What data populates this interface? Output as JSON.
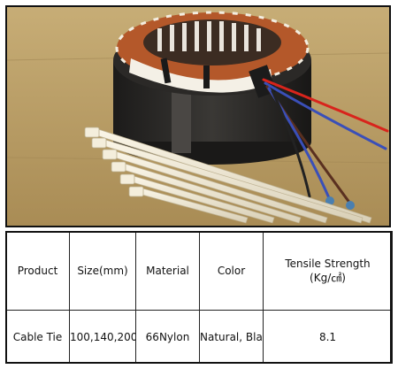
{
  "photo": {
    "subject": "motor-stator-with-cable-ties"
  },
  "table": {
    "headers": {
      "product": "Product",
      "size": "Size(mm)",
      "material": "Material",
      "color": "Color",
      "tensile_line1": "Tensile Strength",
      "tensile_line2": "(Kg/㎠)"
    },
    "row": {
      "product": "Cable Tie",
      "size": "100,140,200",
      "material": "66Nylon",
      "color": "Natural, Black",
      "tensile": "8.1"
    }
  },
  "colors": {
    "cardboard": "#b79e6a",
    "copper": "#b4582a",
    "stator": "#2c2a28",
    "tie": "#f1ead6",
    "wire_red": "#d8241c",
    "wire_blue": "#3a4fb8",
    "wire_brown": "#5a3020"
  }
}
